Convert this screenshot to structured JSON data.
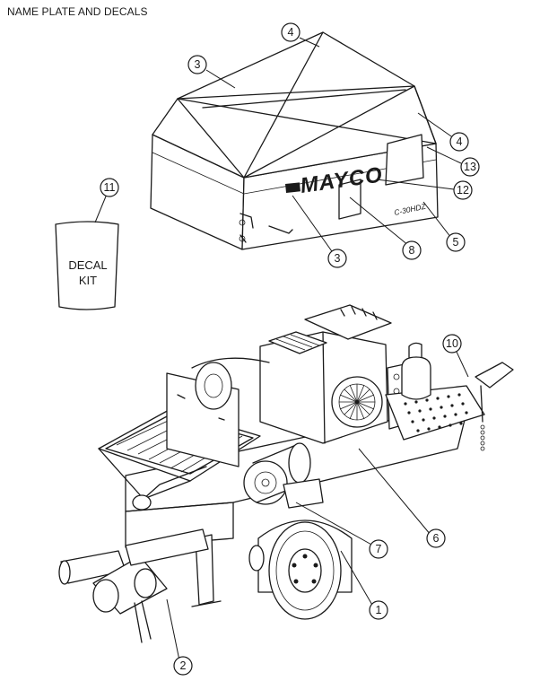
{
  "title": "NAME PLATE AND DECALS",
  "decal_kit": {
    "line1": "DECAL",
    "line2": "KIT"
  },
  "hood_brand": "MAYCO",
  "hood_model": "C-30HDZ",
  "callouts": [
    "4",
    "3",
    "4",
    "13",
    "12",
    "5",
    "8",
    "3",
    "11",
    "10",
    "6",
    "7",
    "1",
    "2"
  ]
}
